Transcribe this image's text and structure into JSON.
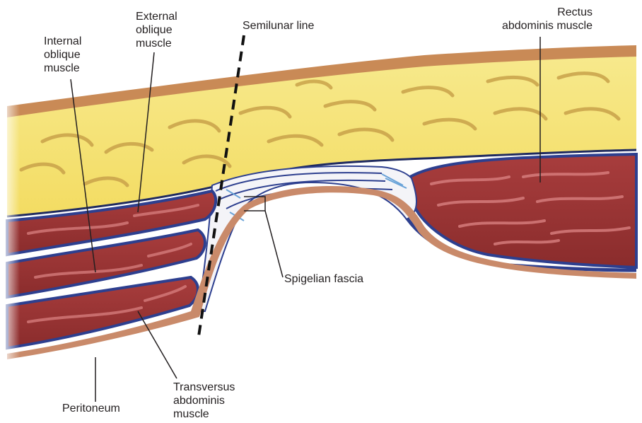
{
  "labels": {
    "external_oblique": "External\noblique\nmuscle",
    "internal_oblique": "Internal\noblique\nmuscle",
    "semilunar_line": "Semilunar line",
    "rectus_abdominis": "Rectus\nabdominis muscle",
    "spigelian_fascia": "Spigelian fascia",
    "transversus_abdominis": "Transversus\nabdominis\nmuscle",
    "peritoneum": "Peritoneum"
  },
  "colors": {
    "skin": "#c98a56",
    "fat": "#f5e27a",
    "fat_nodule": "#c9a24a",
    "muscle": "#9c3434",
    "muscle_streak": "#d07070",
    "fascia_blue": "#2d3f8f",
    "aponeurosis": "#f4f4f8",
    "peritoneum": "#c98a6a"
  }
}
